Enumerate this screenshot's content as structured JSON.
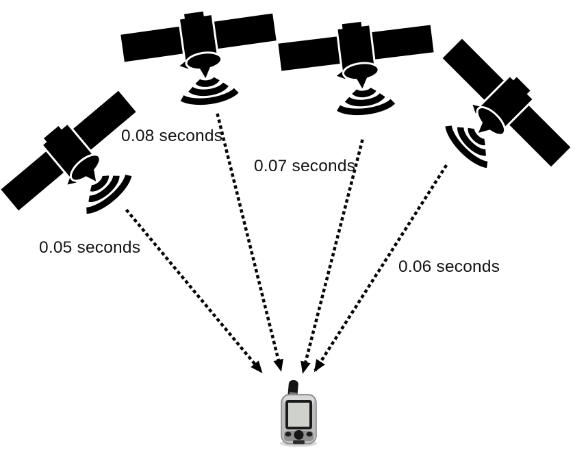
{
  "colors": {
    "ink": "#000000",
    "background": "#ffffff",
    "device_body": "#bdbdbd",
    "device_body_highlight": "#d8d8d8",
    "device_bezel": "#1a1a1a",
    "device_screen": "#ced1cc",
    "device_shadow": "#d8d8d8"
  },
  "satellites": [
    {
      "icon": "satellite-icon",
      "delay_label": "0.05 seconds"
    },
    {
      "icon": "satellite-icon",
      "delay_label": "0.08 seconds"
    },
    {
      "icon": "satellite-icon",
      "delay_label": "0.07 seconds"
    },
    {
      "icon": "satellite-icon",
      "delay_label": "0.06 seconds"
    }
  ],
  "receiver": {
    "icon": "gps-handheld-receiver-icon"
  }
}
